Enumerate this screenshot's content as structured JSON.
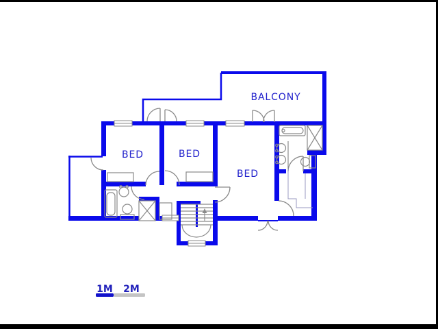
{
  "app": {
    "type": "floor-plan-image",
    "background": "#ffffff",
    "frame_color": "#000000"
  },
  "floorplan": {
    "labels": {
      "bed_1": "BED",
      "bed_2": "BED",
      "bed_3": "BED",
      "balcony": "BALCONY"
    },
    "label_color": "#2222cc",
    "wall_color": "#0a0aeb",
    "fixture_color": "#8a8a8a",
    "fixtures": [
      "bathtub",
      "shower",
      "toilet",
      "basin",
      "double-basin",
      "staircase",
      "closet",
      "french-doors",
      "windows"
    ]
  },
  "scale_bar": {
    "label_1m": "1M",
    "label_2m": "2M",
    "blue": "#1212cc",
    "gray": "#c4c4c4",
    "text_color": "#2222bb"
  }
}
